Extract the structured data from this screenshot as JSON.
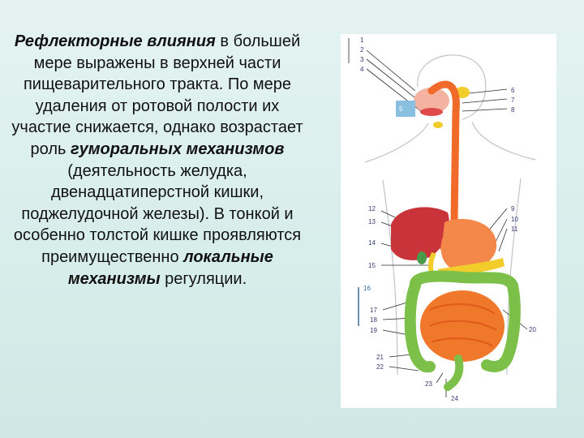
{
  "text": {
    "reflex_term": "Рефлекторные влияния",
    "part1": " в большей мере выражены в верхней части пищеварительного тракта. По мере удаления от ротовой полости их участие снижается, однако возрастает роль ",
    "humoral_term": "гуморальных механизмов",
    "part2": " (деятельность желудка, двенадцатиперстной кишки, поджелудочной железы). В тонкой и особенно толстой кишке проявляются преимущественно ",
    "local_term": "локальные механизмы",
    "part3": " регуляции."
  },
  "figure": {
    "labels": [
      "1",
      "2",
      "3",
      "4",
      "5",
      "6",
      "7",
      "8",
      "9",
      "10",
      "11",
      "12",
      "13",
      "14",
      "15",
      "16",
      "17",
      "18",
      "19",
      "20",
      "21",
      "22",
      "23",
      "24"
    ]
  },
  "colors": {
    "esophagus": "#f06a2a",
    "liver": "#c8343a",
    "stomach": "#f4884a",
    "colon": "#7cc04a",
    "small_intestine": "#f0782a",
    "gland": "#f2cc2a",
    "body_outline": "#bfc4c8"
  }
}
